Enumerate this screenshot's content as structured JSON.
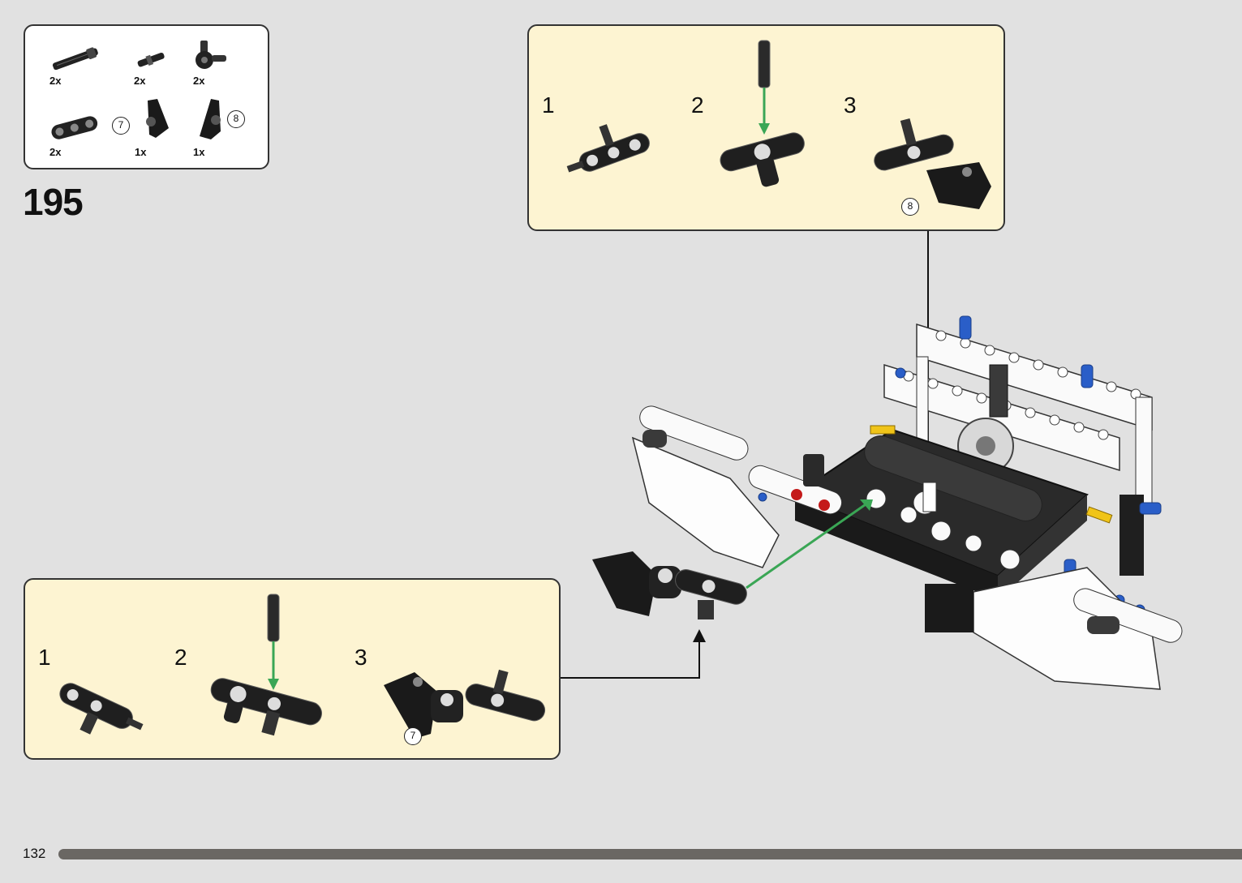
{
  "step": {
    "number": "195"
  },
  "parts": [
    {
      "name": "axle-connector",
      "qty": "2x"
    },
    {
      "name": "short-axle-pin",
      "qty": "2x"
    },
    {
      "name": "axle-pin-connector",
      "qty": "2x"
    },
    {
      "name": "double-pin-connector",
      "qty": "2x"
    },
    {
      "name": "black-panel-7",
      "qty": "1x",
      "callout": "7"
    },
    {
      "name": "black-panel-8",
      "qty": "1x",
      "callout": "8"
    }
  ],
  "top_subassembly": {
    "steps": [
      "1",
      "2",
      "3"
    ],
    "callout": "8"
  },
  "bottom_subassembly": {
    "steps": [
      "1",
      "2",
      "3"
    ],
    "callout": "7"
  },
  "footer": {
    "page_number": "132",
    "progress": 1.0
  },
  "colors": {
    "background": "#e1e1e1",
    "subassembly_bg": "#fdf4d2",
    "arrow_green": "#3aa655",
    "progress": "#6a6763",
    "blue_pin": "#2a5ec8",
    "yellow_axle": "#f0c419"
  }
}
